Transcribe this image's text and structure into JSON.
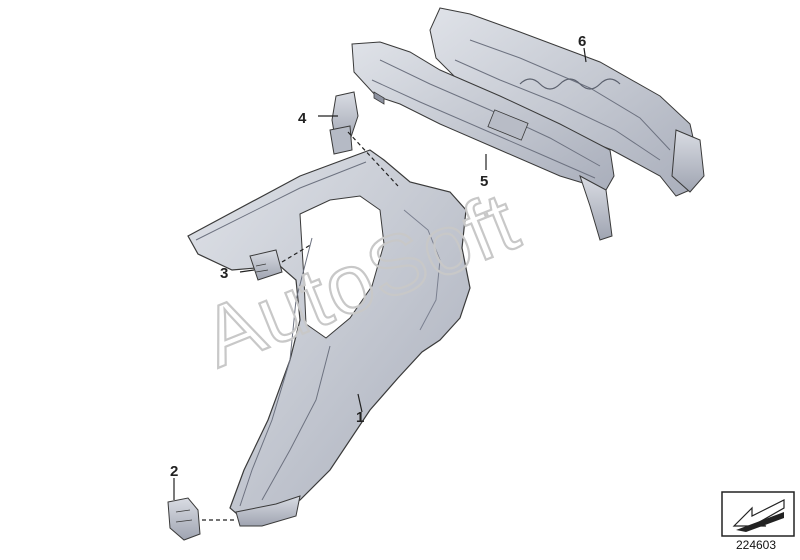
{
  "parts": [
    {
      "number": "1",
      "name": "side-panel"
    },
    {
      "number": "2",
      "name": "lower-bracket"
    },
    {
      "number": "3",
      "name": "mid-bracket"
    },
    {
      "number": "4",
      "name": "upper-bracket"
    },
    {
      "number": "5",
      "name": "inner-rail"
    },
    {
      "number": "6",
      "name": "rear-panel"
    }
  ],
  "watermark": "AutoSoft",
  "reference_number": "224603",
  "colors": {
    "part_fill": "#c9cdd6",
    "part_shade": "#a8adb8",
    "outline": "#3a3a3a",
    "watermark": "#c8c8c8"
  },
  "icons": {
    "navigation": "arrow-corner-icon"
  }
}
